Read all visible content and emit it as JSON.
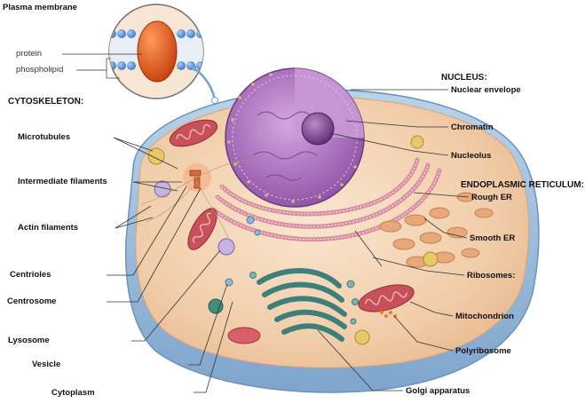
{
  "labels": {
    "plasma_membrane": "Plasma membrane",
    "protein": "protein",
    "phospholipid": "phospholipid",
    "cytoskeleton": "CYTOSKELETON:",
    "microtubules": "Microtubules",
    "intermediate_filaments": "Intermediate filaments",
    "actin_filaments": "Actin filaments",
    "centrioles": "Centrioles",
    "centrosome": "Centrosome",
    "lysosome": "Lysosome",
    "vesicle": "Vesicle",
    "cytoplasm": "Cytoplasm",
    "nucleus": "NUCLEUS:",
    "nuclear_envelope": "Nuclear envelope",
    "chromatin": "Chromatin",
    "nucleolus": "Nucleolus",
    "endoplasmic_reticulum": "ENDOPLASMIC RETICULUM:",
    "rough_er": "Rough ER",
    "smooth_er": "Smooth ER",
    "ribosomes": "Ribosomes:",
    "mitochondrion": "Mitochondrion",
    "polyribosome": "Polyribosome",
    "golgi_apparatus": "Golgi apparatus"
  },
  "colors": {
    "cell_membrane": "#8fb4d6",
    "cytoplasm": "#f4d6b8",
    "nucleus": "#a970b8",
    "nucleolus": "#7a3f8c",
    "rough_er": "#d98fa0",
    "golgi": "#3f7f7a",
    "mitochondrion": "#c8505a",
    "protein": "#e2581f",
    "phospholipid_head": "#4f8ed4",
    "leader_line": "#333333"
  }
}
